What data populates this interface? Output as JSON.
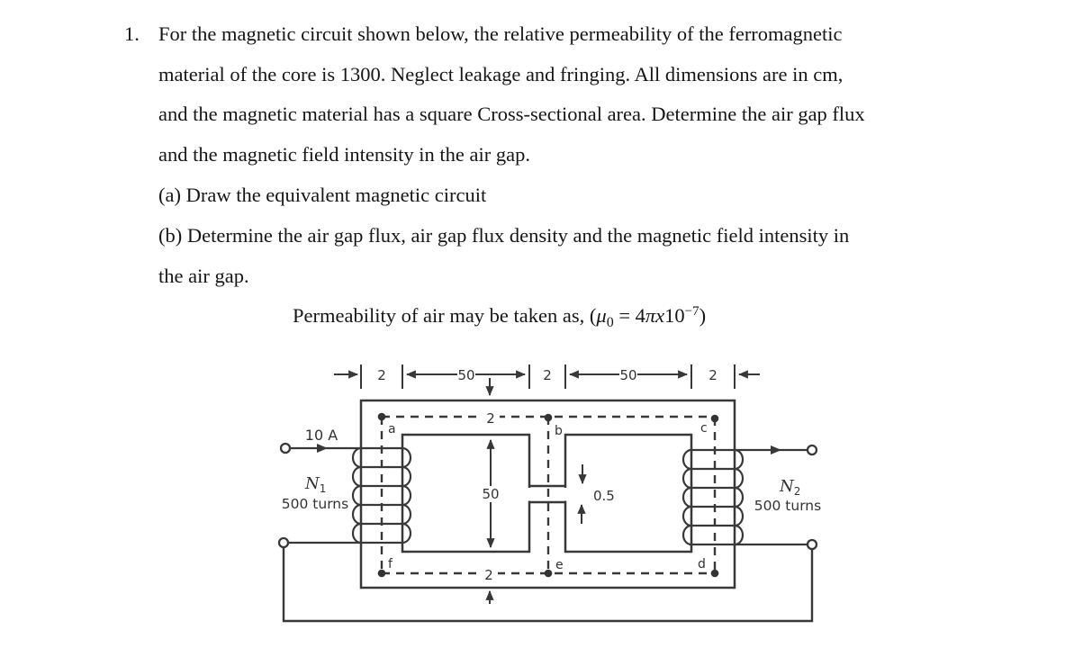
{
  "problem": {
    "number": "1.",
    "lines": [
      "For the magnetic circuit shown below, the relative permeability of the ferromagnetic",
      "material of the core is 1300. Neglect leakage and fringing. All dimensions are in cm,",
      "and the magnetic material has a square Cross-sectional area. Determine the air gap flux",
      "and the magnetic field intensity in the air gap.",
      "(a) Draw the equivalent magnetic circuit",
      "(b) Determine the air gap flux, air gap flux density and the magnetic field intensity in",
      "the air gap."
    ],
    "permeability": {
      "prefix": "Permeability of air may be taken as, (",
      "mu": "μ",
      "mu_sub": "0",
      "equals": " = 4",
      "pi_x": "πx",
      "base_ten": "10",
      "exponent": "−7",
      "close": ")"
    }
  },
  "figure": {
    "ink_color": "#383838",
    "top_dims": {
      "left_leg": "2",
      "left_window": "50",
      "center_leg": "2",
      "right_window": "50",
      "right_leg": "2"
    },
    "top_limb_thickness": "2",
    "bottom_limb_thickness": "2",
    "window_height": "50",
    "air_gap_length": "0.5",
    "source_current": "10 A",
    "left_coil": {
      "symbol": "N",
      "sub": "1",
      "turns": "500 turns"
    },
    "right_coil": {
      "symbol": "N",
      "sub": "2",
      "turns": "500 turns"
    },
    "nodes": {
      "a": "a",
      "b": "b",
      "c": "c",
      "d": "d",
      "e": "e",
      "f": "f"
    }
  }
}
